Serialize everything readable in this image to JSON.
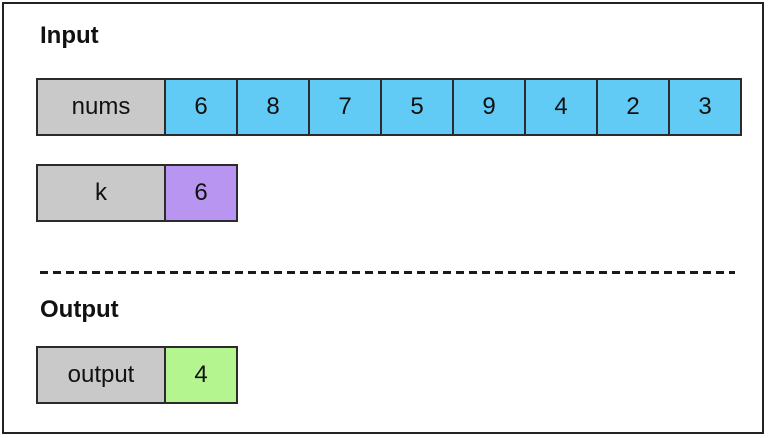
{
  "frame": {
    "background": "#ffffff",
    "border_color": "#222222"
  },
  "sections": {
    "input": {
      "label": "Input"
    },
    "output": {
      "label": "Output"
    }
  },
  "rows": [
    {
      "id": "nums",
      "label": "nums",
      "values": [
        "6",
        "8",
        "7",
        "5",
        "9",
        "4",
        "2",
        "3"
      ],
      "value_color": "#62cbf5"
    },
    {
      "id": "k",
      "label": "k",
      "values": [
        "6"
      ],
      "value_color": "#b795f0"
    },
    {
      "id": "output",
      "label": "output",
      "values": [
        "4"
      ],
      "value_color": "#b4f58f"
    }
  ],
  "colors": {
    "label_cell_bg": "#c9c9c9",
    "cell_border": "#2b2b2b",
    "divider": "#1a1a1a",
    "text": "#111111"
  }
}
